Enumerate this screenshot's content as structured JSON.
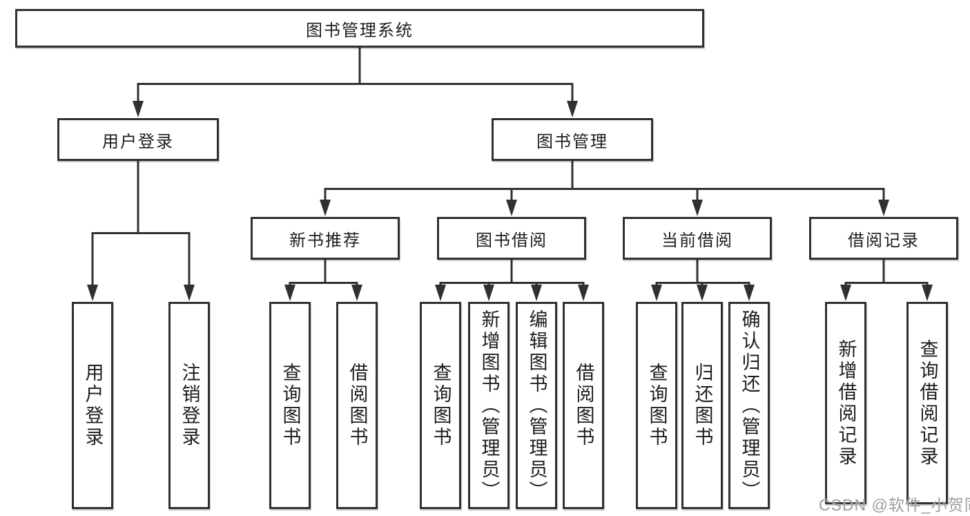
{
  "colors": {
    "line": "#303030",
    "box_border": "#303030",
    "text": "#1d1d1d",
    "background": "#ffffff",
    "watermark": "#949494"
  },
  "watermark": "CSDN @软件_小贺同学",
  "tree": {
    "root": {
      "label": "图书管理系统",
      "children": [
        {
          "label": "用户登录",
          "children": [
            {
              "label": "用户登录"
            },
            {
              "label": "注销登录"
            }
          ]
        },
        {
          "label": "图书管理",
          "children": [
            {
              "label": "新书推荐",
              "children": [
                {
                  "label": "查询图书"
                },
                {
                  "label": "借阅图书"
                }
              ]
            },
            {
              "label": "图书借阅",
              "children": [
                {
                  "label": "查询图书"
                },
                {
                  "label": "新增图书（管理员）"
                },
                {
                  "label": "编辑图书（管理员）"
                },
                {
                  "label": "借阅图书"
                }
              ]
            },
            {
              "label": "当前借阅",
              "children": [
                {
                  "label": "查询图书"
                },
                {
                  "label": "归还图书"
                },
                {
                  "label": "确认归还（管理员）"
                }
              ]
            },
            {
              "label": "借阅记录",
              "children": [
                {
                  "label": "新增借阅记录"
                },
                {
                  "label": "查询借阅记录"
                }
              ]
            }
          ]
        }
      ]
    }
  }
}
